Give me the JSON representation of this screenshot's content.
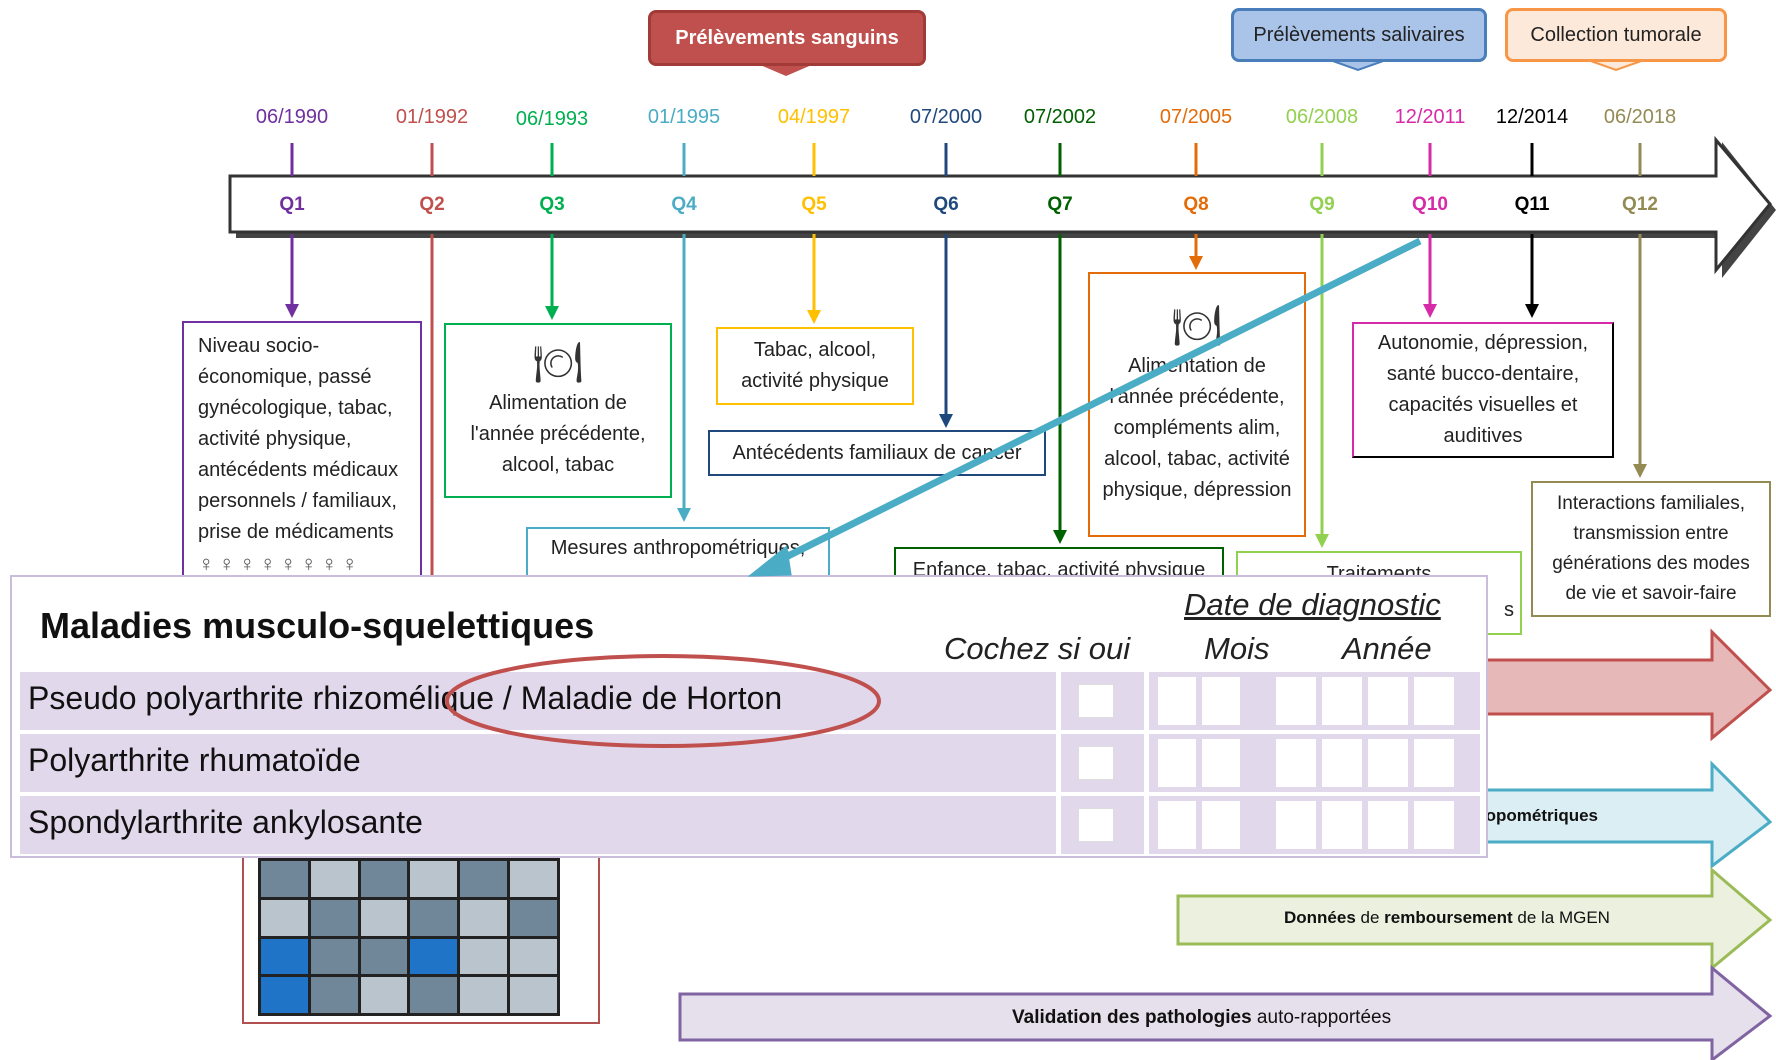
{
  "top_labels": {
    "blood": "Prélèvements sanguins",
    "saliva": "Prélèvements salivaires",
    "tumor": "Collection tumorale"
  },
  "colors": {
    "blood": "#c0504d",
    "saliva": "#4a7ebb",
    "tumor": "#f79646",
    "tumor_fill": "#fde9d9",
    "saliva_fill": "#a9c4e8",
    "blood_fill": "#c0504d",
    "teal_arrow": "#4bacc6",
    "ellipse": "#c0504d"
  },
  "timeline": [
    {
      "date": "06/1990",
      "q": "Q1",
      "color": "#7030a0"
    },
    {
      "date": "01/1992",
      "q": "Q2",
      "color": "#c0504d"
    },
    {
      "date": "06/1993",
      "q": "Q3",
      "color": "#00b050"
    },
    {
      "date": "01/1995",
      "q": "Q4",
      "color": "#4bacc6"
    },
    {
      "date": "04/1997",
      "q": "Q5",
      "color": "#ffc000"
    },
    {
      "date": "07/2000",
      "q": "Q6",
      "color": "#1f497d"
    },
    {
      "date": "07/2002",
      "q": "Q7",
      "color": "#006100"
    },
    {
      "date": "07/2005",
      "q": "Q8",
      "color": "#e36c09"
    },
    {
      "date": "06/2008",
      "q": "Q9",
      "color": "#92d050"
    },
    {
      "date": "12/2011",
      "q": "Q10",
      "color": "#d62aa8"
    },
    {
      "date": "12/2014",
      "q": "Q11",
      "color": "#000000"
    },
    {
      "date": "06/2018",
      "q": "Q12",
      "color": "#948a54"
    }
  ],
  "boxes": {
    "q1": "Niveau socio-économique, passé gynécologique, tabac, activité physique, antécédents médicaux personnels / familiaux, prise de médicaments",
    "q1_people": "♀♀♀♀♀♀♀♀",
    "q3": "Alimentation de l'année précédente, alcool, tabac",
    "q5": "Tabac, alcool, activité physique",
    "q6": "Antécédents familiaux de cancer",
    "q4": "Mesures anthropométriques,",
    "q7": "Enfance, tabac, activité physique",
    "q8": "Alimentation de l'année précédente, compléments alim, alcool, tabac, activité physique, dépression",
    "q9": "Traitements",
    "q9_tail": "s",
    "q10": "Autonomie, dépression, santé bucco-dentaire, capacités visuelles et auditives",
    "q12": "Interactions familiales, transmission entre générations des modes de vie et savoir-faire",
    "dish_icon": "fork-plate-knife-icon"
  },
  "bottom_arrows": {
    "anthro": "ropométriques",
    "mgen_bold1": "Données",
    "mgen_mid": " de ",
    "mgen_bold2": "remboursement",
    "mgen_tail": " de la MGEN",
    "valid_bold": "Validation des pathologies",
    "valid_tail": " auto-rapportées"
  },
  "form": {
    "title": "Maladies musculo-squelettiques",
    "date_header": "Date de diagnostic",
    "check_header": "Cochez si oui",
    "month_header": "Mois",
    "year_header": "Année",
    "rows": [
      "Pseudo polyarthrite rhizomélique / Maladie de Horton",
      "Polyarthrite rhumatoïde",
      "Spondylarthrite ankylosante"
    ]
  }
}
